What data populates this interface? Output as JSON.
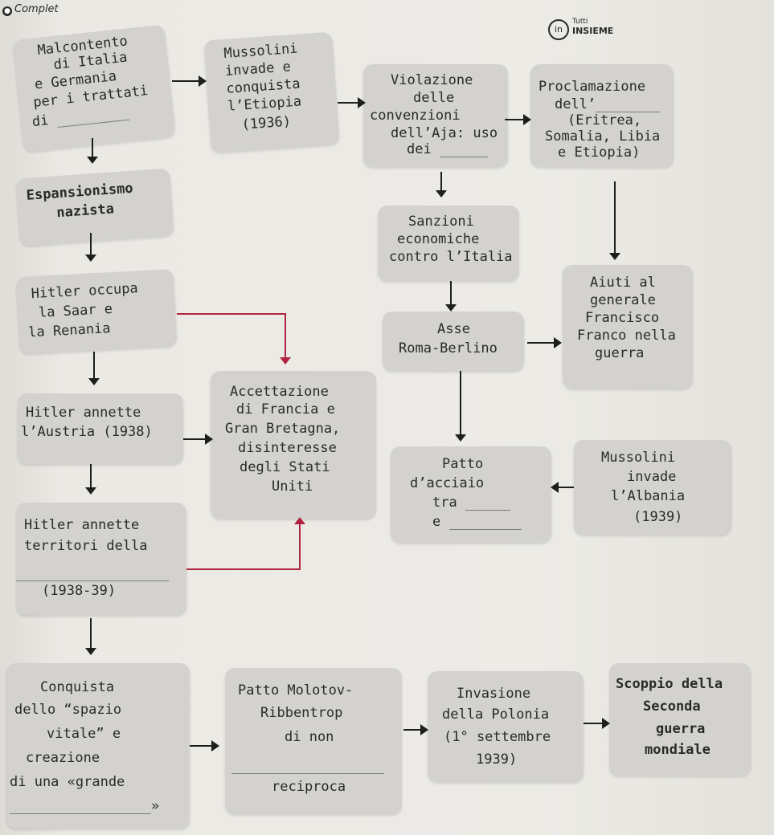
{
  "header": {
    "corner_label": "Complet",
    "series_small": "Tutti",
    "series_big": "INSIEME",
    "logo_glyph": "in"
  },
  "boxes": {
    "malcontento": [
      "Malcontento",
      "di Italia",
      "e Germania",
      "per i trattati",
      "di"
    ],
    "mussolini_etiopia": [
      "Mussolini",
      "invade e",
      "conquista",
      "l’Etiopia",
      "(1936)"
    ],
    "violazione": [
      "Violazione",
      "delle",
      "convenzioni",
      "dell’Aja: uso",
      "dei"
    ],
    "proclamazione": [
      "Proclamazione",
      "dell’",
      "(Eritrea,",
      "Somalia, Libia",
      "e Etiopia)"
    ],
    "espansionismo": [
      "Espansionismo",
      "nazista"
    ],
    "sanzioni": [
      "Sanzioni",
      "economiche",
      "contro l’Italia"
    ],
    "saar": [
      "Hitler occupa",
      "la Saar e",
      "la Renania"
    ],
    "aiuti": [
      "Aiuti al",
      "generale",
      "Francisco",
      "Franco nella",
      "guerra"
    ],
    "asse": [
      "Asse",
      "Roma-Berlino"
    ],
    "accettazione": [
      "Accettazione",
      "di Francia e",
      "Gran Bretagna,",
      "disinteresse",
      "degli Stati",
      "Uniti"
    ],
    "austria": [
      "Hitler annette",
      "l’Austria (1938)"
    ],
    "patto_acciaio": [
      "Patto",
      "d’acciaio",
      "tra",
      "e"
    ],
    "albania": [
      "Mussolini",
      "invade",
      "l’Albania",
      "(1939)"
    ],
    "territori": [
      "Hitler annette",
      "territori della",
      "(1938-39)"
    ],
    "spazio_vitale": [
      "Conquista",
      "dello “spazio",
      "vitale” e",
      "creazione",
      "di una «grande",
      "»"
    ],
    "molotov": [
      "Patto Molotov-",
      "Ribbentrop",
      "di non",
      "reciproca"
    ],
    "polonia": [
      "Invasione",
      "della Polonia",
      "(1° settembre",
      "1939)"
    ],
    "scoppio": [
      "Scoppio della",
      "Seconda",
      "guerra",
      "mondiale"
    ]
  },
  "colors": {
    "box": "#d3d2ce",
    "connector": "#b0243f",
    "arrow": "#1e1e1e"
  }
}
